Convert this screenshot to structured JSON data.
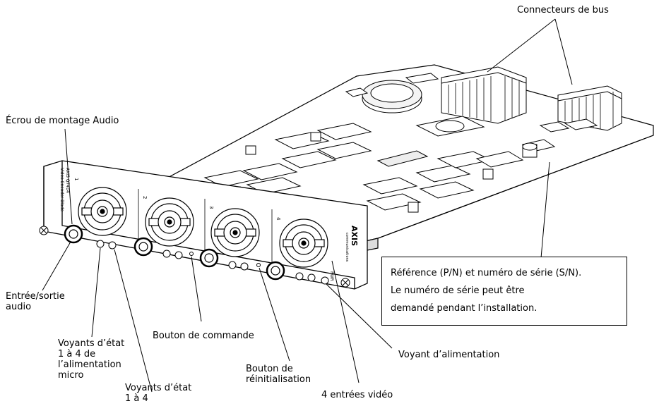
{
  "labels": {
    "bus_connectors": "Connecteurs de bus",
    "audio_nut": "Écrou de montage Audio",
    "audio_io": [
      "Entrée/sortie",
      "audio"
    ],
    "mic_leds": [
      "Voyants d’état",
      "1 à 4 de",
      "l’alimentation",
      "micro"
    ],
    "status_leds": [
      "Voyants d’état",
      "1 à 4"
    ],
    "control_button": "Bouton de commande",
    "reset_button": [
      "Bouton de",
      "réinitialisation"
    ],
    "video_inputs": "4 entrées vidéo",
    "power_led": "Voyant d’alimentation"
  },
  "info_box": {
    "line1": "Référence (P/N) et numéro de série (S/N).",
    "line2": "Le numéro de série peut être",
    "line3": "demandé pendant l’installation."
  },
  "panel_text": {
    "brand": "AXIS",
    "brand_sub": "communications",
    "model": "AXIS Q7414",
    "product": "Video Encoder Blade",
    "pwr": "PWR",
    "channels": [
      "1",
      "2",
      "3",
      "4"
    ]
  }
}
